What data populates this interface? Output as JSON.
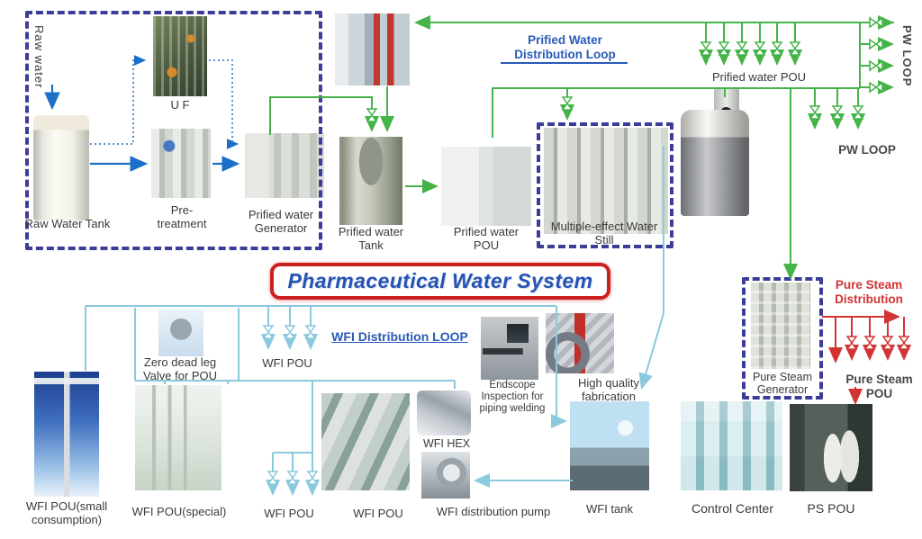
{
  "title": "Pharmaceutical Water System",
  "colors": {
    "pw_line_green": "#44b449",
    "wfi_line_cyan": "#8ac9de",
    "steam_line_red": "#d23434",
    "raw_water_blue": "#1b6fc8",
    "dashed_box_navy": "#3c3c99",
    "title_blue": "#2453b4",
    "title_border_red": "#cc2020",
    "label_gray": "#3a3a3a"
  },
  "pretreatment": {
    "raw_water": "Raw water",
    "raw_water_tank": "Raw Water Tank",
    "uf": "U F",
    "pre_treatment": "Pre-\ntreatment",
    "generator": "Prified water\nGenerator"
  },
  "purified_water": {
    "distribution_loop": "Prified Water\nDistribution Loop",
    "tank": "Prified water\nTank",
    "pou_unit": "Prified water\nPOU",
    "still": "Multiple-effect Water\nStill",
    "pou_row": "Prified water POU",
    "pw_loop_vertical": "PW LOOP",
    "pw_loop": "PW LOOP"
  },
  "wfi": {
    "loop": "WFI Distribution LOOP",
    "pou_top": "WFI POU",
    "zero_dead_leg": "Zero dead leg\nValve for POU",
    "pou_small": "WFI POU(small\nconsumption)",
    "pou_special": "WFI POU(special)",
    "pou_mid": "WFI POU",
    "pou_ceiling": "WFI POU",
    "hex": "WFI HEX",
    "pump": "WFI distribution pump",
    "endscope": "Endscope\nInspection for\npiping welding",
    "high_quality": "High quality\nfabrication",
    "tank": "WFI tank",
    "control_center": "Control Center",
    "ps_pou_room": "PS POU"
  },
  "pure_steam": {
    "generator": "Pure Steam\nGenerator",
    "distribution": "Pure Steam\nDistribution",
    "pou_row": "Pure Steam POU"
  }
}
